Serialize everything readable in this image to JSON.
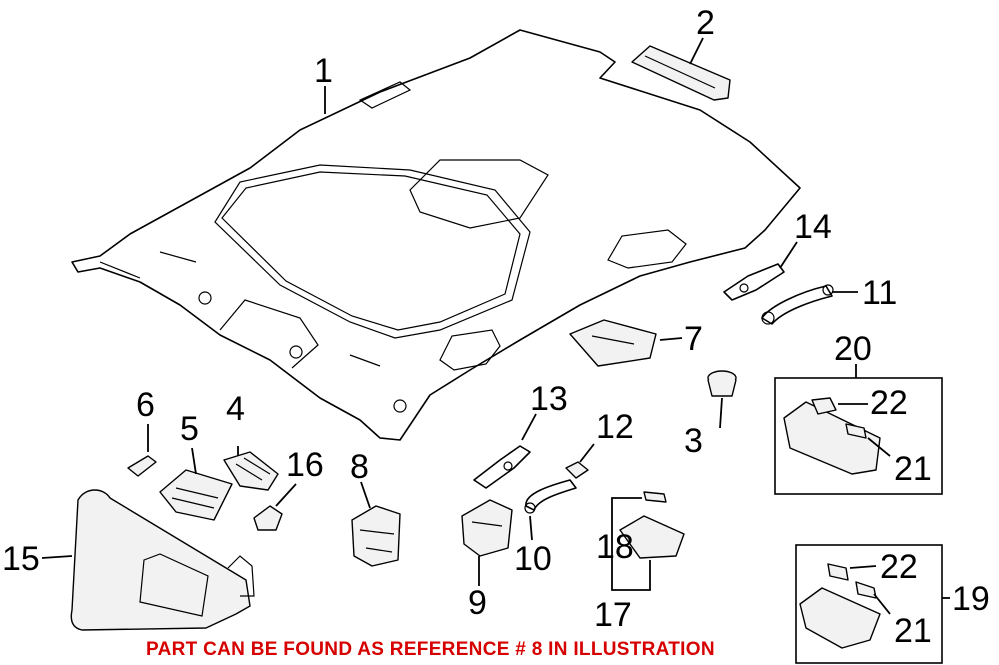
{
  "callouts": [
    {
      "key": "c1",
      "text": "1"
    },
    {
      "key": "c2",
      "text": "2"
    },
    {
      "key": "c3",
      "text": "3"
    },
    {
      "key": "c4",
      "text": "4"
    },
    {
      "key": "c5",
      "text": "5"
    },
    {
      "key": "c6",
      "text": "6"
    },
    {
      "key": "c7",
      "text": "7"
    },
    {
      "key": "c8",
      "text": "8"
    },
    {
      "key": "c9",
      "text": "9"
    },
    {
      "key": "c10",
      "text": "10"
    },
    {
      "key": "c11",
      "text": "11"
    },
    {
      "key": "c12",
      "text": "12"
    },
    {
      "key": "c13",
      "text": "13"
    },
    {
      "key": "c14",
      "text": "14"
    },
    {
      "key": "c15",
      "text": "15"
    },
    {
      "key": "c16",
      "text": "16"
    },
    {
      "key": "c17",
      "text": "17"
    },
    {
      "key": "c18",
      "text": "18"
    },
    {
      "key": "c19",
      "text": "19"
    },
    {
      "key": "c20",
      "text": "20"
    },
    {
      "key": "c21a",
      "text": "21"
    },
    {
      "key": "c22a",
      "text": "22"
    },
    {
      "key": "c21b",
      "text": "21"
    },
    {
      "key": "c22b",
      "text": "22"
    }
  ],
  "notice": {
    "text": "PART CAN BE FOUND AS REFERENCE # 8 IN ILLUSTRATION",
    "color": "#d60000"
  }
}
